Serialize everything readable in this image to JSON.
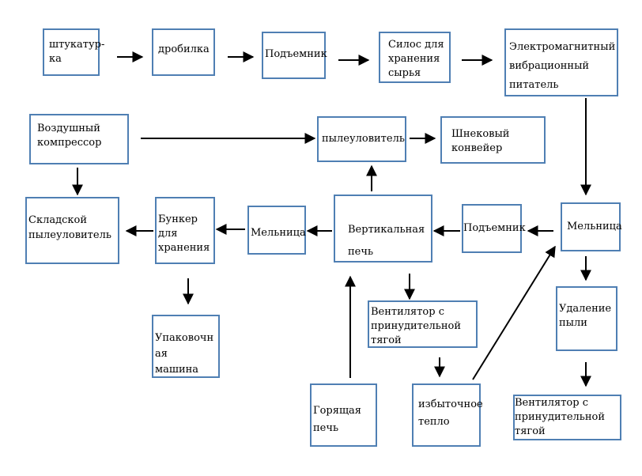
{
  "diagram": {
    "nodes": [
      {
        "id": "plaster",
        "label": "штукатур-\nка"
      },
      {
        "id": "crusher",
        "label": "дробилка"
      },
      {
        "id": "elevator1",
        "label": "Подъемник"
      },
      {
        "id": "silo",
        "label": "Силос для\nхранения\n сырья"
      },
      {
        "id": "feeder",
        "label": "Электромагнитный\nвибрационный\nпитатель"
      },
      {
        "id": "compressor",
        "label": "Воздушный\nкомпрессор"
      },
      {
        "id": "dust_collector",
        "label": "пылеуловитель"
      },
      {
        "id": "screw_conveyor",
        "label": "Шнековый\nконвейер"
      },
      {
        "id": "warehouse_collector",
        "label": "Складской\nпылеуловитель"
      },
      {
        "id": "storage_bunker",
        "label": "Бункер для\nхранения"
      },
      {
        "id": "mill2",
        "label": "Мельница"
      },
      {
        "id": "vertical_furnace",
        "label": "Вертикальная\n\nпечь"
      },
      {
        "id": "elevator2",
        "label": "Подъемник"
      },
      {
        "id": "mill1",
        "label": "Мельница"
      },
      {
        "id": "packing_machine",
        "label": "Упаковочн\nая машина"
      },
      {
        "id": "fan1",
        "label": "Вентилятор с\nпринудительной\nтягой"
      },
      {
        "id": "dust_removal",
        "label": "Удаление\nпыли"
      },
      {
        "id": "hot_furnace",
        "label": "Горящая\nпечь"
      },
      {
        "id": "excess_heat",
        "label": "избыточное\nтепло"
      },
      {
        "id": "fan2",
        "label": "Вентилятор с\nпринудительной\nтягой"
      }
    ],
    "edges": [
      {
        "from": "plaster",
        "to": "crusher"
      },
      {
        "from": "crusher",
        "to": "elevator1"
      },
      {
        "from": "elevator1",
        "to": "silo"
      },
      {
        "from": "silo",
        "to": "feeder"
      },
      {
        "from": "feeder",
        "to": "mill1"
      },
      {
        "from": "mill1",
        "to": "elevator2"
      },
      {
        "from": "elevator2",
        "to": "vertical_furnace"
      },
      {
        "from": "vertical_furnace",
        "to": "mill2"
      },
      {
        "from": "mill2",
        "to": "storage_bunker"
      },
      {
        "from": "storage_bunker",
        "to": "warehouse_collector"
      },
      {
        "from": "storage_bunker",
        "to": "packing_machine"
      },
      {
        "from": "vertical_furnace",
        "to": "dust_collector"
      },
      {
        "from": "compressor",
        "to": "dust_collector"
      },
      {
        "from": "compressor",
        "to": "warehouse_collector"
      },
      {
        "from": "dust_collector",
        "to": "screw_conveyor"
      },
      {
        "from": "vertical_furnace",
        "to": "fan1"
      },
      {
        "from": "fan1",
        "to": "excess_heat"
      },
      {
        "from": "excess_heat",
        "to": "mill1"
      },
      {
        "from": "hot_furnace",
        "to": "vertical_furnace"
      },
      {
        "from": "mill1",
        "to": "dust_removal"
      },
      {
        "from": "dust_removal",
        "to": "fan2"
      }
    ]
  },
  "colors": {
    "box_border": "#4f7fb3",
    "arrow": "#000000"
  }
}
